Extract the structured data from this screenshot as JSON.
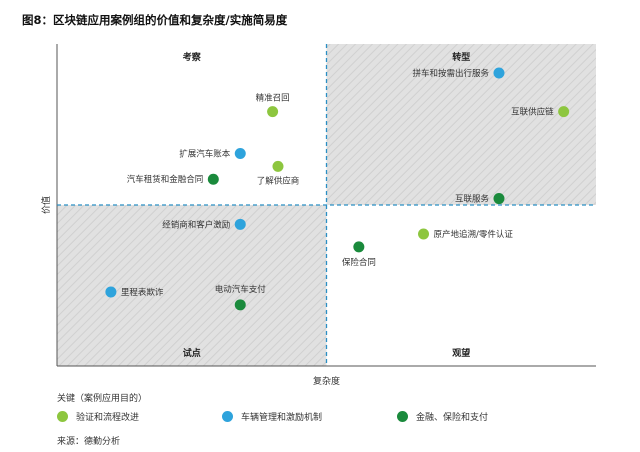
{
  "title": "图8：区块链应用案例组的价值和复杂度/实施简易度",
  "legend": {
    "heading": "关键（案例应用目的）",
    "items": [
      {
        "label": "验证和流程改进",
        "color": "#8dc63f"
      },
      {
        "label": "车辆管理和激励机制",
        "color": "#2ea3dc"
      },
      {
        "label": "金融、保险和支付",
        "color": "#1a8a3c"
      }
    ]
  },
  "source": "来源：德勤分析",
  "chart_data": {
    "type": "scatter",
    "xlabel": "复杂度",
    "ylabel": "价值",
    "xlim": [
      0,
      100
    ],
    "ylim": [
      0,
      100
    ],
    "quadrant_split": {
      "x": 50,
      "y": 50
    },
    "quadrants": [
      {
        "name": "考察",
        "position": "top-left"
      },
      {
        "name": "转型",
        "position": "top-right"
      },
      {
        "name": "试点",
        "position": "bottom-left"
      },
      {
        "name": "观望",
        "position": "bottom-right"
      }
    ],
    "shaded_quadrants": [
      "top-right",
      "bottom-left"
    ],
    "series": [
      {
        "name": "验证和流程改进",
        "color": "#8dc63f",
        "points": [
          {
            "label": "精准召回",
            "x": 40,
            "y": 79
          },
          {
            "label": "了解供应商",
            "x": 41,
            "y": 62
          },
          {
            "label": "互联供应链",
            "x": 94,
            "y": 79
          },
          {
            "label": "原产地追溯/零件认证",
            "x": 68,
            "y": 41
          }
        ]
      },
      {
        "name": "车辆管理和激励机制",
        "color": "#2ea3dc",
        "points": [
          {
            "label": "拼车和按需出行服务",
            "x": 82,
            "y": 91
          },
          {
            "label": "扩展汽车账本",
            "x": 34,
            "y": 66
          },
          {
            "label": "经销商和客户激励",
            "x": 34,
            "y": 44
          },
          {
            "label": "里程表欺诈",
            "x": 10,
            "y": 23
          }
        ]
      },
      {
        "name": "金融、保险和支付",
        "color": "#1a8a3c",
        "points": [
          {
            "label": "汽车租赁和金融合同",
            "x": 29,
            "y": 58
          },
          {
            "label": "互联服务",
            "x": 82,
            "y": 52
          },
          {
            "label": "保险合同",
            "x": 56,
            "y": 37
          },
          {
            "label": "电动汽车支付",
            "x": 34,
            "y": 19
          }
        ]
      }
    ]
  }
}
